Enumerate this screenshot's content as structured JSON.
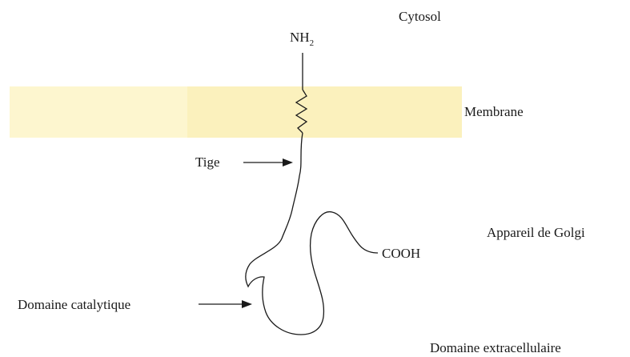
{
  "diagram": {
    "labels": {
      "cytosol": "Cytosol",
      "nh2_main": "NH",
      "nh2_sub": "2",
      "membrane": "Membrane",
      "tige": "Tige",
      "appareil_golgi": "Appareil de Golgi",
      "cooh": "COOH",
      "domaine_catalytique": "Domaine catalytique",
      "domaine_extracellulaire": "Domaine extracellulaire"
    },
    "colors": {
      "membrane_fill": "#fbf1bd",
      "membrane_fill_light": "#fdf6cf",
      "line": "#1a1a1a",
      "text": "#1a1a1a"
    }
  }
}
